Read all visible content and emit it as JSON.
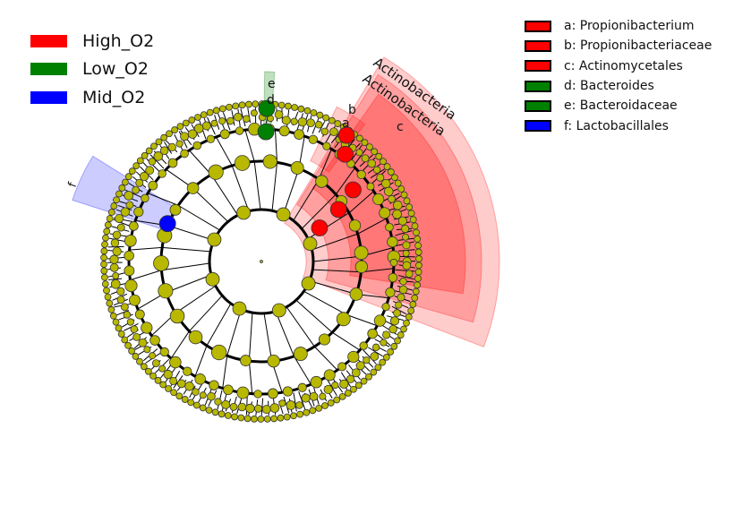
{
  "groups": [
    {
      "name": "High_O2",
      "color": "#ff0000"
    },
    {
      "name": "Low_O2",
      "color": "#008000"
    },
    {
      "name": "Mid_O2",
      "color": "#0000ff"
    }
  ],
  "biomarkers": [
    {
      "letter": "a",
      "label": "a: Propionibacterium",
      "color": "#ff0000"
    },
    {
      "letter": "b",
      "label": "b: Propionibacteriaceae",
      "color": "#ff0000"
    },
    {
      "letter": "c",
      "label": "c: Actinomycetales",
      "color": "#ff0000"
    },
    {
      "letter": "d",
      "label": "d: Bacteroides",
      "color": "#008000"
    },
    {
      "letter": "e",
      "label": "e: Bacteroidaceae",
      "color": "#008000"
    },
    {
      "letter": "f",
      "label": "f: Lactobacillales",
      "color": "#0000ff"
    }
  ],
  "clade_labels": {
    "phylum": "Actinobacteria",
    "class": "Actinobacteria",
    "a": "a",
    "b": "b",
    "c": "c",
    "d": "d",
    "e": "e",
    "f": "f"
  },
  "colors": {
    "node": "#b8b800",
    "node_outline": "#333333",
    "edge": "#000000"
  }
}
